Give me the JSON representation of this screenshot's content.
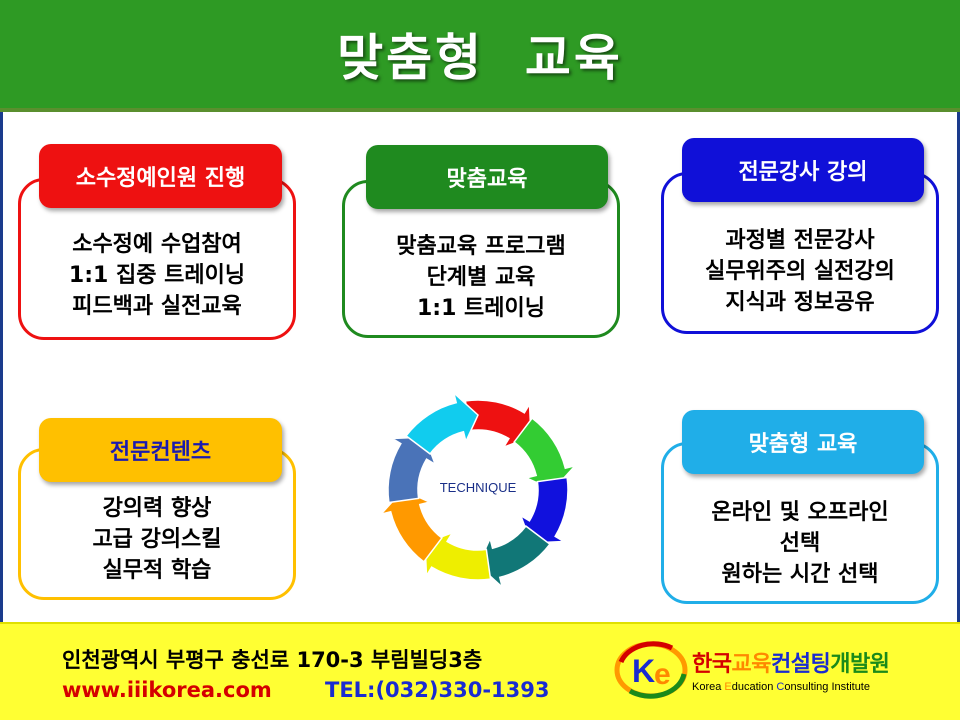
{
  "header": {
    "title": "맞춤형  교육"
  },
  "cards": [
    {
      "label": "소수정예인원 진행",
      "lines": [
        "소수정예 수업참여",
        "1:1 집중 트레이닝",
        "피드백과 실전교육"
      ],
      "color": "#ee1111"
    },
    {
      "label": "맞춤교육",
      "lines": [
        "맞춤교육 프로그램",
        "단계별 교육",
        "1:1 트레이닝"
      ],
      "color": "#1f8a1f"
    },
    {
      "label": "전문강사 강의",
      "lines": [
        "과정별 전문강사",
        "실무위주의 실전강의",
        "지식과 정보공유"
      ],
      "color": "#1010d8"
    },
    {
      "label": "전문컨텐츠",
      "lines": [
        "강의력 향상",
        "고급 강의스킬",
        "실무적 학습"
      ],
      "color": "#ffc000",
      "label_text_color": "#1a1ab0"
    },
    {
      "label": "맞춤형 교육",
      "lines": [
        "온라인 및 오프라인",
        "선택",
        "원하는 시간 선택"
      ],
      "color": "#20aee8"
    }
  ],
  "cycle": {
    "label": "TECHNIQUE",
    "colors": [
      "#ee1111",
      "#33cc33",
      "#1111dd",
      "#117777",
      "#eeee00",
      "#ff9900",
      "#4a73b8",
      "#11ccee"
    ]
  },
  "footer": {
    "address": "인천광역시 부평구 충선로 170-3 부림빌딩3층",
    "website": "www.iiikorea.com",
    "phone": "TEL:(032)330-1393"
  },
  "logo": {
    "mark_letters": [
      "K",
      "e"
    ],
    "name_parts": [
      {
        "text": "한국",
        "color": "#d40000"
      },
      {
        "text": "교육",
        "color": "#ff8800"
      },
      {
        "text": "컨설팅",
        "color": "#1a2bd0"
      },
      {
        "text": "개발원",
        "color": "#1a8a1a"
      }
    ],
    "subtitle_parts": [
      {
        "text": "Korea ",
        "color": "#000000"
      },
      {
        "text": "E",
        "color": "#ff8800"
      },
      {
        "text": "ducation ",
        "color": "#000000"
      },
      {
        "text": "C",
        "color": "#1a2bd0"
      },
      {
        "text": "onsulting Institute",
        "color": "#000000"
      }
    ]
  }
}
